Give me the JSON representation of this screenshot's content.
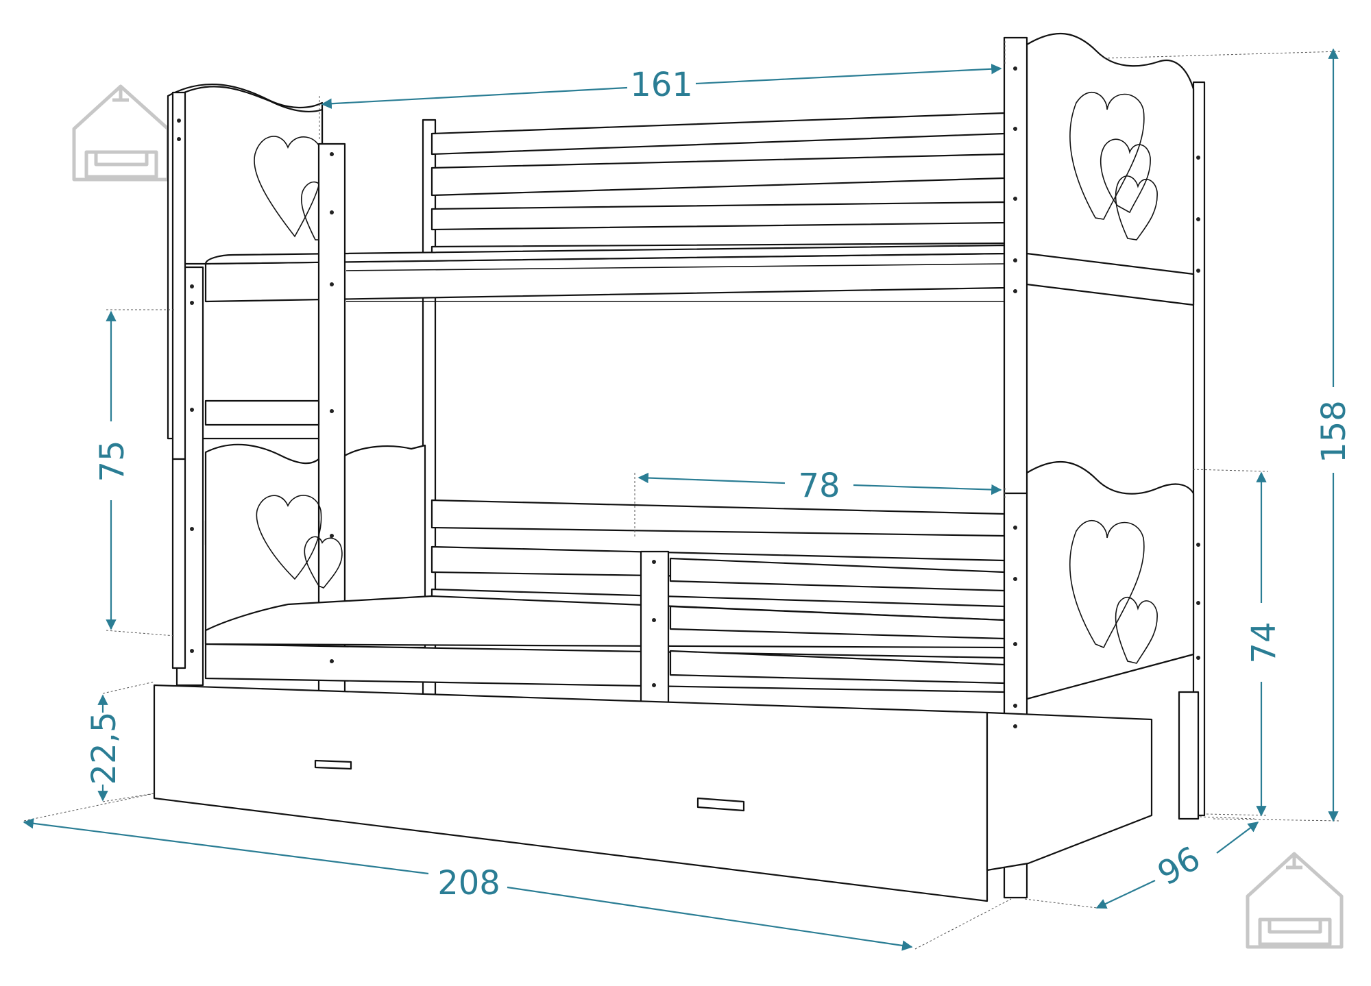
{
  "dimensions": {
    "top_rail_width": "161",
    "total_height": "158",
    "ladder_gap": "75",
    "guard_rail_length": "78",
    "lower_bed_height": "74",
    "drawer_height": "22,5",
    "total_length": "208",
    "depth": "96"
  },
  "colors": {
    "dimension": "#2a7d94",
    "outline": "#111111",
    "logo": "#c7c7c7"
  },
  "icons": [
    "house-sofa-logo-icon"
  ]
}
